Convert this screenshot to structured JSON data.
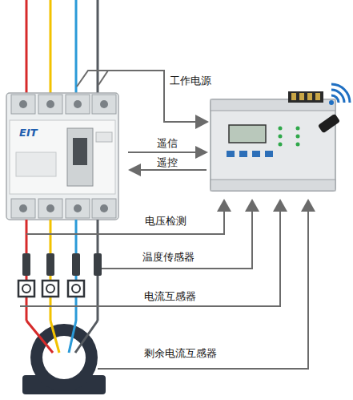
{
  "diagram": {
    "nodes": [
      {
        "text": [
          "EIT"
        ]
      }
    ],
    "labels": [
      "工作电源",
      "遥信",
      "遥控",
      "电压检测",
      "温度传感器",
      "电流互感器",
      "剩余电流互感器"
    ]
  }
}
